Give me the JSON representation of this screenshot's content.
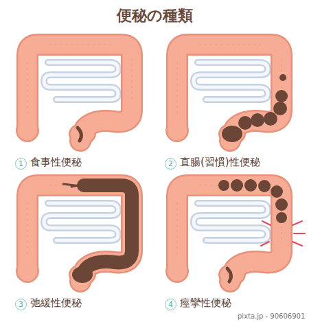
{
  "diagram": {
    "title": "便秘の種類",
    "labels": [
      "1",
      "食事性便秘",
      "2",
      "直腸(習慣)性便秘",
      "3",
      "弛緩性便秘",
      "4",
      "痙攣性便秘",
      "pixta.jp - 90606901"
    ]
  }
}
